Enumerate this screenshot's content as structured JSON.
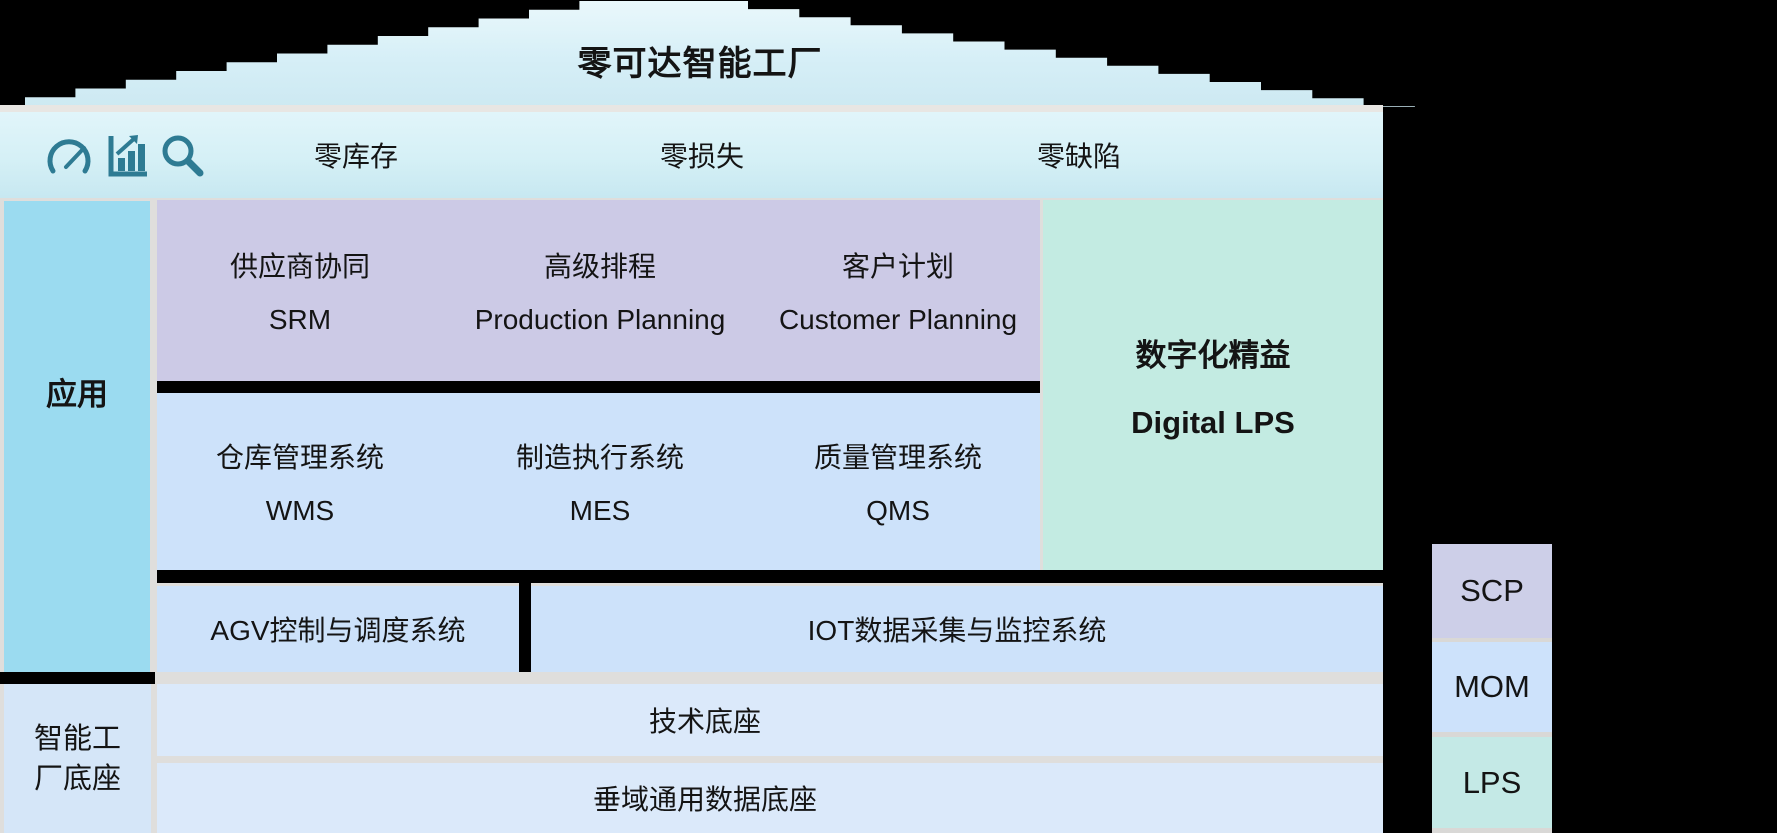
{
  "title": "零可达智能工厂",
  "banner": {
    "icons": [
      "gauge-icon",
      "bar-chart-icon",
      "search-icon"
    ],
    "goals": [
      "零库存",
      "零损失",
      "零缺陷"
    ]
  },
  "app_column": {
    "label": "应用"
  },
  "planning_row": {
    "items": [
      {
        "zh": "供应商协同",
        "en": "SRM"
      },
      {
        "zh": "高级排程",
        "en": "Production Planning"
      },
      {
        "zh": "客户计划",
        "en": "Customer Planning"
      }
    ]
  },
  "execution_row": {
    "items": [
      {
        "zh": "仓库管理系统",
        "en": "WMS"
      },
      {
        "zh": "制造执行系统",
        "en": "MES"
      },
      {
        "zh": "质量管理系统",
        "en": "QMS"
      }
    ]
  },
  "digital_lps": {
    "zh": "数字化精益",
    "en": "Digital LPS"
  },
  "device_row": {
    "agv": "AGV控制与调度系统",
    "iot": "IOT数据采集与监控系统"
  },
  "foundation": {
    "label": "智能工厂底座",
    "rows": [
      "技术底座",
      "垂域通用数据底座"
    ]
  },
  "side_stack": {
    "items": [
      "SCP",
      "MOM",
      "LPS"
    ]
  },
  "colors": {
    "background": "#000000",
    "roof": "#d6eff7",
    "banner": "#d5f0f6",
    "icon_teal": "#2e7b93",
    "app_column": "#9bdbf0",
    "planning_band": "#cccae6",
    "execution_band": "#cde2fa",
    "digital_lps_box": "#c3ebe2",
    "device_band": "#cde2fa",
    "foundation_band": "#dbe9fa",
    "foundation_label_box": "#d5e6f8",
    "scp_box": "#cdcfe8",
    "mom_box": "#cde2fb",
    "lps_box": "#c4e9e6",
    "divider_black": "#000000",
    "gap_gray": "#dfdedc"
  }
}
